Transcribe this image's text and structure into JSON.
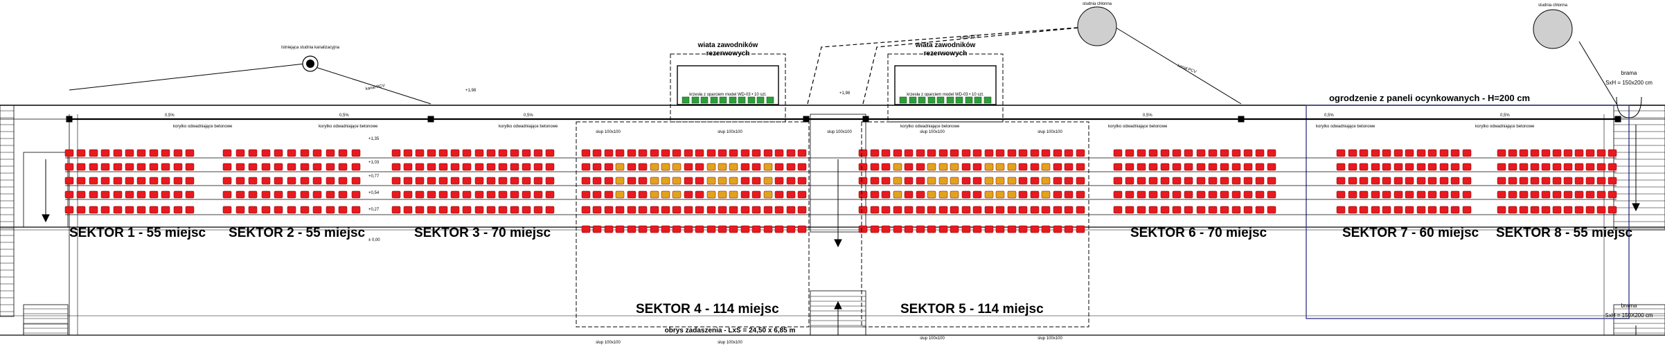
{
  "colors": {
    "seat_red": "#e8191f",
    "seat_yellow": "#e3a21c",
    "seat_green": "#2e9e3a",
    "line": "#000000",
    "fence_blue": "#3b3f8f"
  },
  "sectors": [
    {
      "label": "SEKTOR 1 - 55 miejsc"
    },
    {
      "label": "SEKTOR 2 - 55 miejsc"
    },
    {
      "label": "SEKTOR 3 - 70 miejsc"
    },
    {
      "label": "SEKTOR 4 - 114 miejsc"
    },
    {
      "label": "SEKTOR 5 - 114 miejsc"
    },
    {
      "label": "SEKTOR 6 - 70 miejsc"
    },
    {
      "label": "SEKTOR 7 - 60 miejsc"
    },
    {
      "label": "SEKTOR 8 - 55 miejsc"
    }
  ],
  "shelters": [
    {
      "title_line1": "wiata zawodników",
      "title_line2": "rezerwowych",
      "bench_note": "krzesła z oparciem model WD-03 • 10 szt."
    },
    {
      "title_line1": "wiata zawodników",
      "title_line2": "rezerwowych",
      "bench_note": "krzesła z oparciem model WD-03 • 10 szt."
    }
  ],
  "fence_label": "ogrodzenie z paneli ocynkowanych - H=200 cm",
  "roof_label": "obrys zadaszenia - LxS = 24,50 x 6,85 m",
  "wells": [
    "studnia chłonna",
    "studnia chłonna"
  ],
  "well_small": "Istniejąca studnia kanalizacyjna",
  "gates": [
    {
      "label": "brama",
      "size": "SxH = 150x200 cm"
    },
    {
      "label": "brama",
      "size": "SxH = 150X200 cm"
    }
  ],
  "gutter_label": "korytko odwadniające betonowe",
  "pipe_label": "kanał PCV",
  "slope_label": "0,5%",
  "pillar_label": "słup 100x100",
  "levels": [
    "+1,98",
    "+1,98",
    "+1,35",
    "+1,03",
    "+0,77",
    "+0,54",
    "+0,27",
    "± 0,00"
  ]
}
